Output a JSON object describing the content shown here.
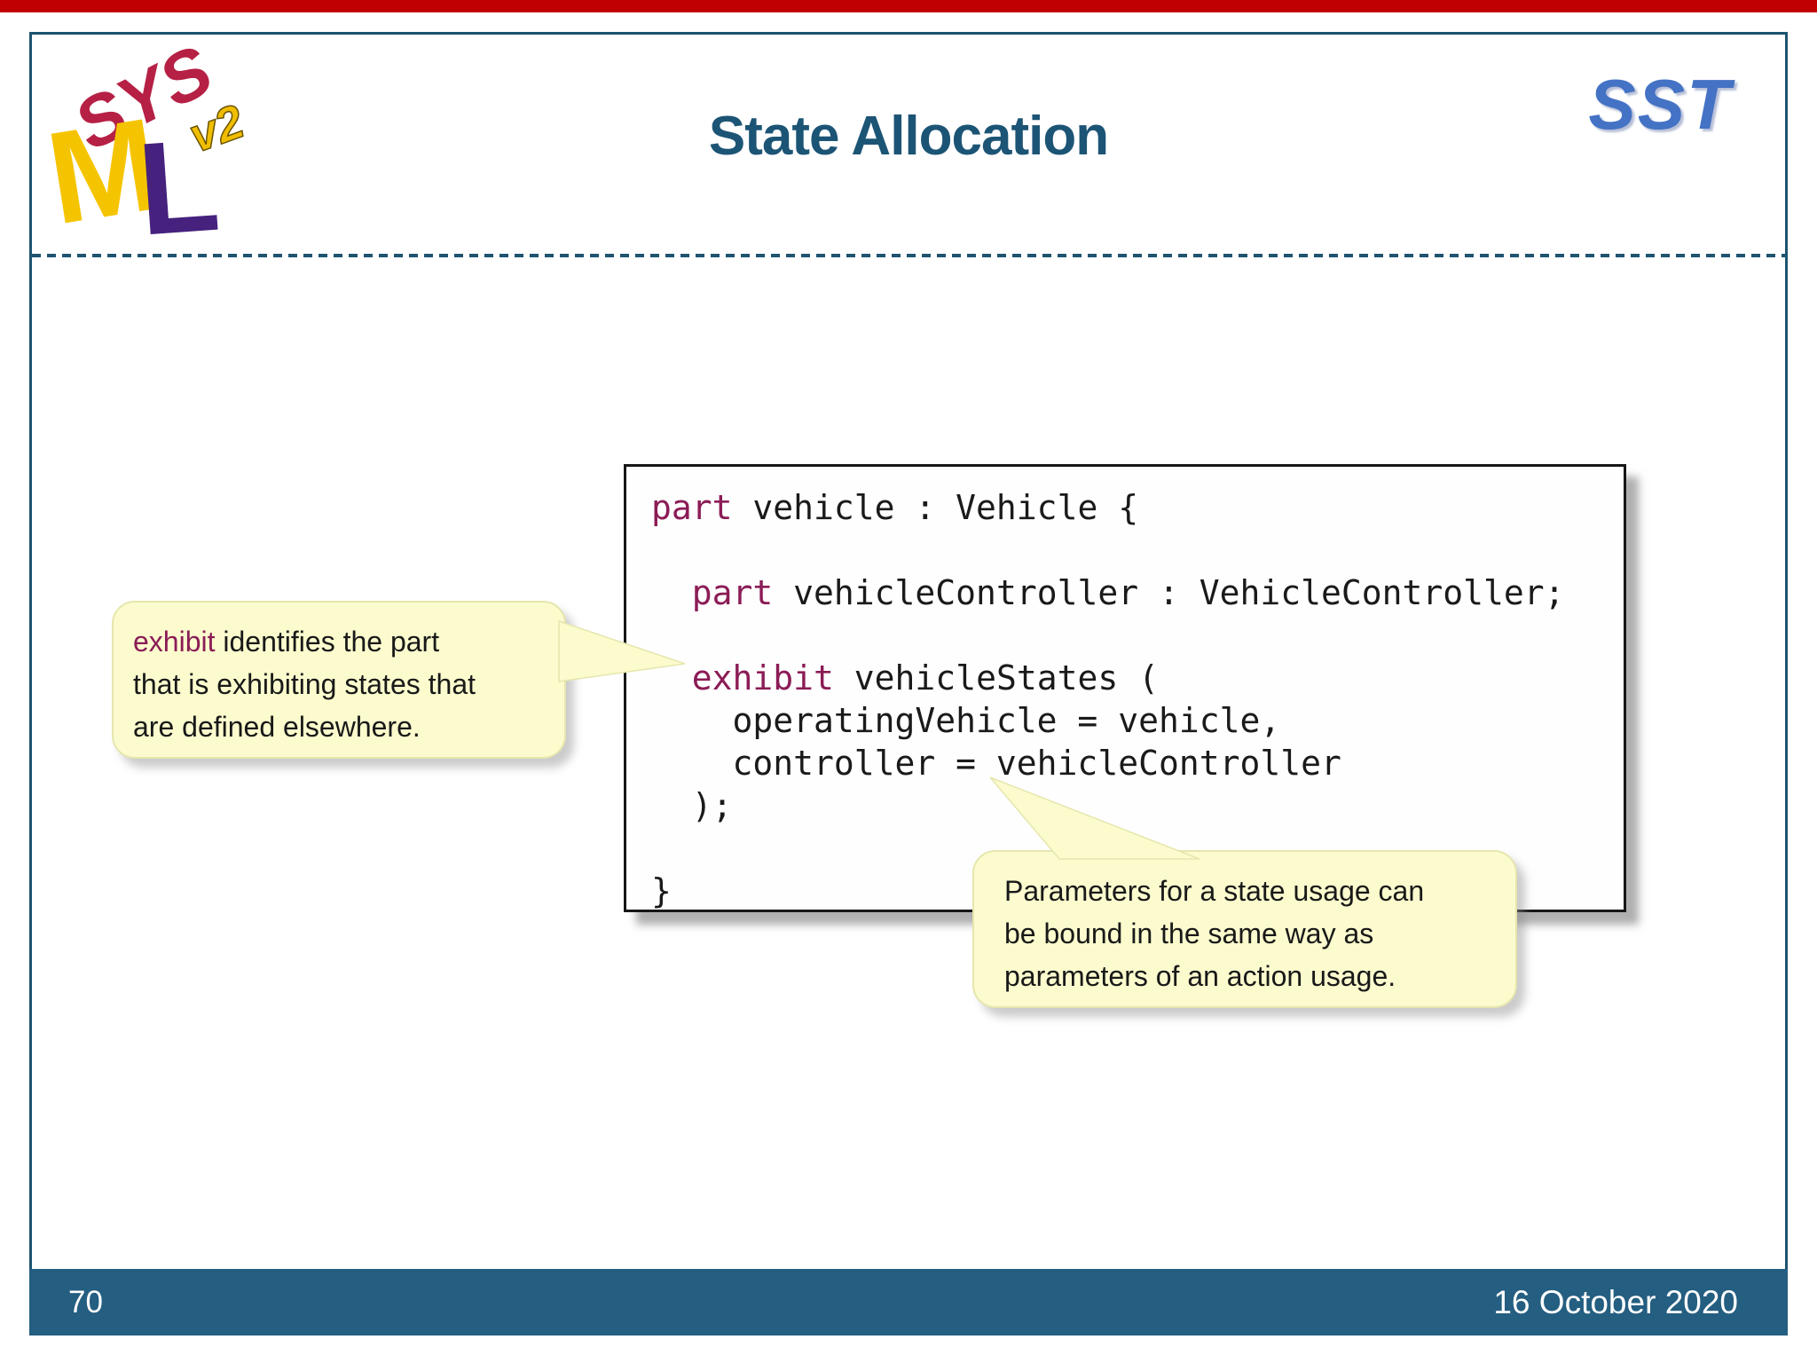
{
  "slide": {
    "title": "State Allocation",
    "brand": "SST",
    "logo": {
      "top": "SYS",
      "left": "M",
      "right": "L",
      "badge": "v2"
    },
    "footer": {
      "page_number": "70",
      "date": "16 October 2020"
    }
  },
  "code_block": {
    "language": "SysML v2",
    "lines": [
      [
        {
          "t": "part",
          "k": true
        },
        {
          "t": " vehicle : Vehicle {"
        }
      ],
      [],
      [
        {
          "t": "  "
        },
        {
          "t": "part",
          "k": true
        },
        {
          "t": " vehicleController : VehicleController;"
        }
      ],
      [],
      [
        {
          "t": "  "
        },
        {
          "t": "exhibit",
          "k": true
        },
        {
          "t": " vehicleStates ("
        }
      ],
      [
        {
          "t": "    operatingVehicle = vehicle,"
        }
      ],
      [
        {
          "t": "    controller = vehicleController"
        }
      ],
      [
        {
          "t": "  );"
        }
      ],
      [],
      [
        {
          "t": "}"
        }
      ]
    ]
  },
  "callout_exhibit": {
    "lines": [
      [
        {
          "t": "exhibit",
          "k": true
        },
        {
          "t": " identifies the part"
        }
      ],
      [
        {
          "t": "that is exhibiting states that"
        }
      ],
      [
        {
          "t": "are defined elsewhere."
        }
      ]
    ]
  },
  "callout_parameters": {
    "lines": [
      [
        {
          "t": "Parameters for a state usage can"
        }
      ],
      [
        {
          "t": "be bound in the same way as"
        }
      ],
      [
        {
          "t": "parameters of an action usage."
        }
      ]
    ]
  },
  "colors": {
    "top_bar": "#C00000",
    "frame": "#1E5470",
    "title": "#1C5475",
    "brand_blue": "#4472C4",
    "keyword": "#8B1C56",
    "code_text": "#1A1A1A",
    "callout_bg": "#FBFBCE",
    "footer_bg": "#245E80",
    "logo_sys": "#B62045",
    "logo_m": "#F5C400",
    "logo_l": "#46217E",
    "logo_badge": "#F0BE00"
  }
}
